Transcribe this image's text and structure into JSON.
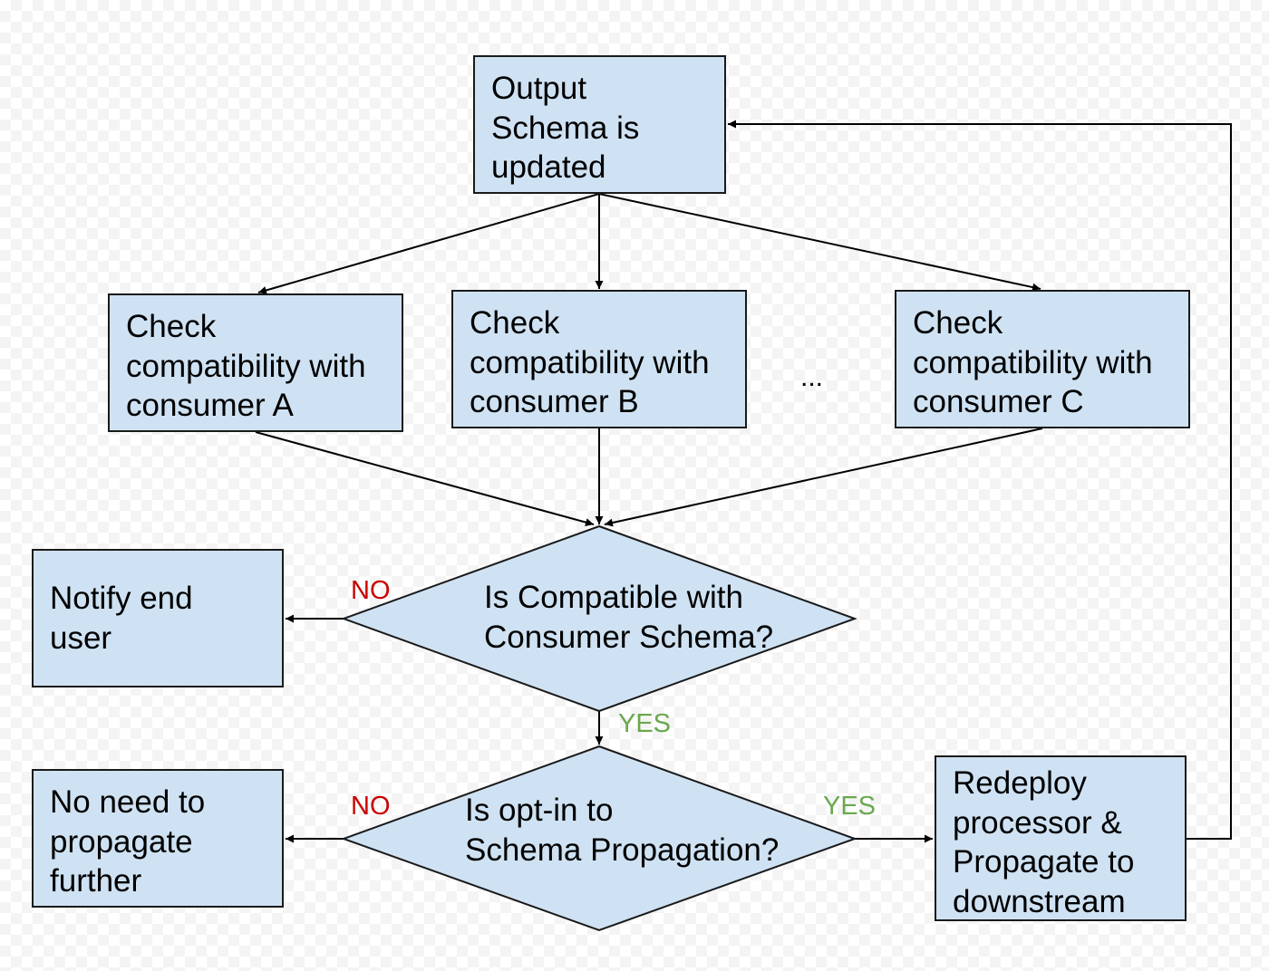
{
  "nodes": {
    "output_schema": "Output\nSchema is\nupdated",
    "check_a": "Check\ncompatibility with\nconsumer A",
    "check_b": "Check\ncompatibility with\nconsumer B",
    "check_c": "Check\ncompatibility with\nconsumer C",
    "ellipsis": "...",
    "decision_compatible": "Is Compatible with\nConsumer Schema?",
    "notify_user": "Notify end\nuser",
    "decision_optin": "Is opt-in to\nSchema Propagation?",
    "no_propagate": "No need to\npropagate\nfurther",
    "redeploy": "Redeploy\nprocessor &\nPropagate to\ndownstream"
  },
  "edge_labels": {
    "compatible_no": "NO",
    "compatible_yes": "YES",
    "optin_no": "NO",
    "optin_yes": "YES"
  },
  "colors": {
    "node_fill": "#cfe2f3",
    "stroke": "#1a1a1a",
    "no_label": "#cc0000",
    "yes_label": "#6aa84f"
  }
}
